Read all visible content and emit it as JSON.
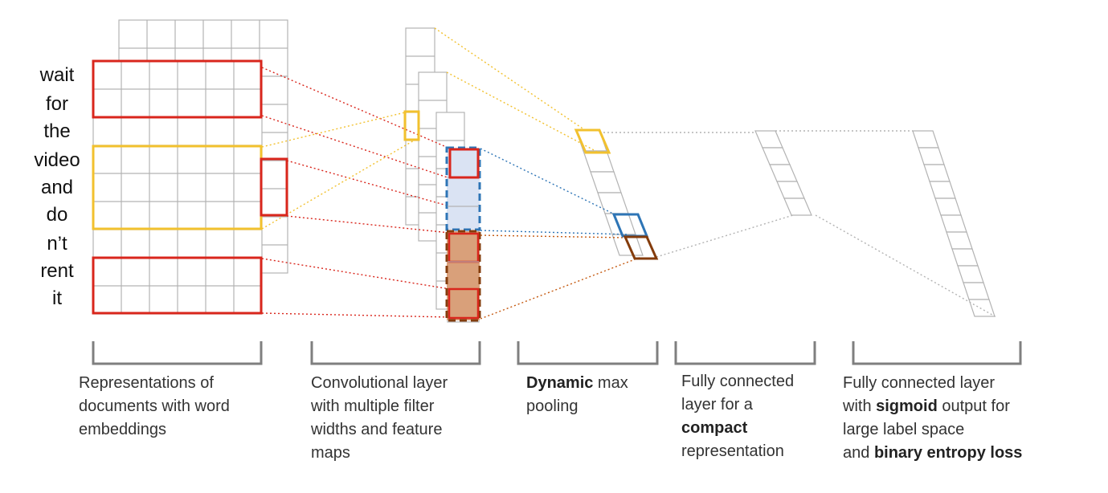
{
  "words": [
    "wait",
    "for",
    "the",
    "video",
    "and",
    "do",
    "n’t",
    "rent",
    "it"
  ],
  "captions": [
    {
      "lines": [
        [
          {
            "t": "Representations of"
          }
        ],
        [
          {
            "t": "documents with word"
          }
        ],
        [
          {
            "t": "embeddings"
          }
        ]
      ]
    },
    {
      "lines": [
        [
          {
            "t": "Convolutional layer"
          }
        ],
        [
          {
            "t": "with multiple filter"
          }
        ],
        [
          {
            "t": "widths and feature"
          }
        ],
        [
          {
            "t": "maps"
          }
        ]
      ]
    },
    {
      "lines": [
        [
          {
            "t": "Dynamic",
            "b": true
          },
          {
            "t": " max"
          }
        ],
        [
          {
            "t": "pooling"
          }
        ]
      ]
    },
    {
      "lines": [
        [
          {
            "t": "Fully connected"
          }
        ],
        [
          {
            "t": "layer for a"
          }
        ],
        [
          {
            "t": "compact",
            "b": true
          }
        ],
        [
          {
            "t": "representation"
          }
        ]
      ]
    },
    {
      "lines": [
        [
          {
            "t": "Fully connected layer"
          }
        ],
        [
          {
            "t": "with "
          },
          {
            "t": "sigmoid",
            "b": true
          },
          {
            "t": " output for"
          }
        ],
        [
          {
            "t": "large label space"
          }
        ],
        [
          {
            "t": "and "
          },
          {
            "t": "binary entropy loss",
            "b": true
          }
        ]
      ]
    }
  ],
  "colors": {
    "grid": "#b3b3b3",
    "red": "#d9261c",
    "yellow": "#f2c12e",
    "blue": "#2e75b6",
    "blue_fill": "#dae3f3",
    "orange": "#c55a11",
    "orange_fill": "#d9a07a",
    "brown": "#843c0c",
    "bracket": "#7f7f7f"
  }
}
